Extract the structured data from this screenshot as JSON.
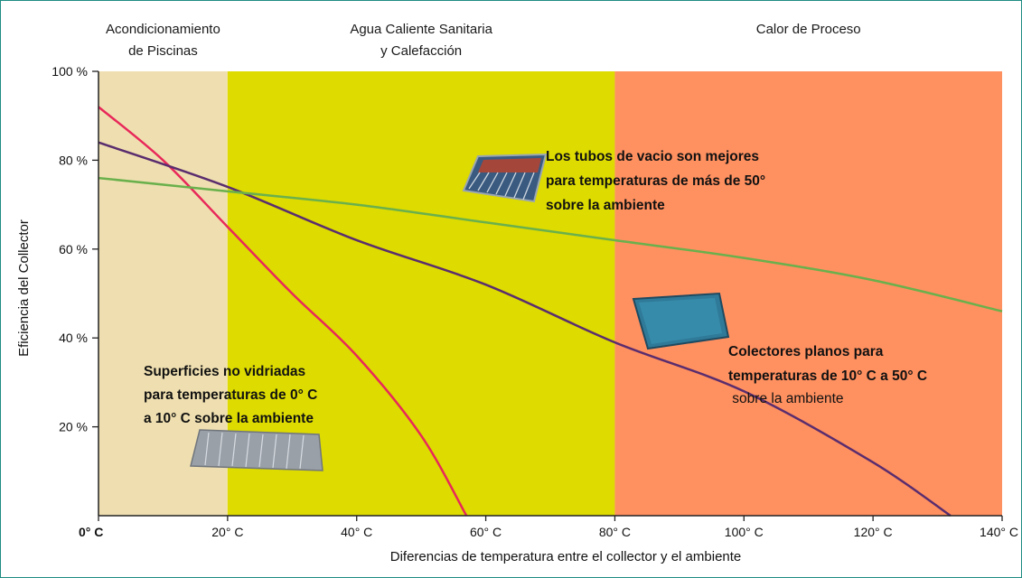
{
  "chart_data": {
    "type": "line",
    "xlabel": "Diferencias de  temperatura entre el collector y el ambiente",
    "ylabel": "Eficiencia del Collector",
    "xlim": [
      0,
      140
    ],
    "ylim": [
      0,
      100
    ],
    "x_ticks": [
      {
        "value": 0,
        "label": "0° C"
      },
      {
        "value": 20,
        "label": "20° C"
      },
      {
        "value": 40,
        "label": "40° C"
      },
      {
        "value": 60,
        "label": "60° C"
      },
      {
        "value": 80,
        "label": "80° C"
      },
      {
        "value": 100,
        "label": "100° C"
      },
      {
        "value": 120,
        "label": "120° C"
      },
      {
        "value": 140,
        "label": "140° C"
      }
    ],
    "y_ticks": [
      {
        "value": 20,
        "label": "20 %"
      },
      {
        "value": 40,
        "label": "40 %"
      },
      {
        "value": 60,
        "label": "60 %"
      },
      {
        "value": 80,
        "label": "80 %"
      },
      {
        "value": 100,
        "label": "100 %"
      }
    ],
    "zones": [
      {
        "from": 0,
        "to": 20,
        "color": "#efdfb0",
        "label_lines": [
          "Acondicionamiento",
          "de Piscinas"
        ]
      },
      {
        "from": 20,
        "to": 80,
        "color": "#dddb00",
        "label_lines": [
          "Agua Caliente Sanitaria",
          "y Calefacción"
        ]
      },
      {
        "from": 80,
        "to": 140,
        "color": "#ff9060",
        "label_lines": [
          "Calor de Proceso"
        ]
      }
    ],
    "series": [
      {
        "key": "unglazed",
        "color": "#e8285a",
        "points": [
          [
            0,
            92
          ],
          [
            10,
            80
          ],
          [
            20,
            65
          ],
          [
            30,
            50
          ],
          [
            40,
            36
          ],
          [
            50,
            18
          ],
          [
            57,
            0
          ]
        ]
      },
      {
        "key": "flat_plate",
        "color": "#5a2d6e",
        "points": [
          [
            0,
            84
          ],
          [
            20,
            74
          ],
          [
            40,
            62
          ],
          [
            60,
            52
          ],
          [
            80,
            39
          ],
          [
            100,
            28
          ],
          [
            120,
            12
          ],
          [
            132,
            0
          ]
        ]
      },
      {
        "key": "evacuated_tube",
        "color": "#6ab04c",
        "points": [
          [
            0,
            76
          ],
          [
            20,
            73
          ],
          [
            40,
            70
          ],
          [
            60,
            66
          ],
          [
            80,
            62
          ],
          [
            100,
            58
          ],
          [
            120,
            53
          ],
          [
            140,
            46
          ]
        ]
      }
    ],
    "annotations": {
      "evacuated": [
        "Los tubos de vacio son mejores",
        "para temperaturas de más de 50°",
        "sobre la ambiente"
      ],
      "flat": [
        "Colectores planos para",
        "temperaturas de 10° C a 50° C",
        " sobre la ambiente"
      ],
      "unglazed": [
        "Superficies no vidriadas",
        "para temperaturas de 0° C",
        "a 10° C sobre la ambiente"
      ]
    },
    "grid": false,
    "legend": "none"
  }
}
